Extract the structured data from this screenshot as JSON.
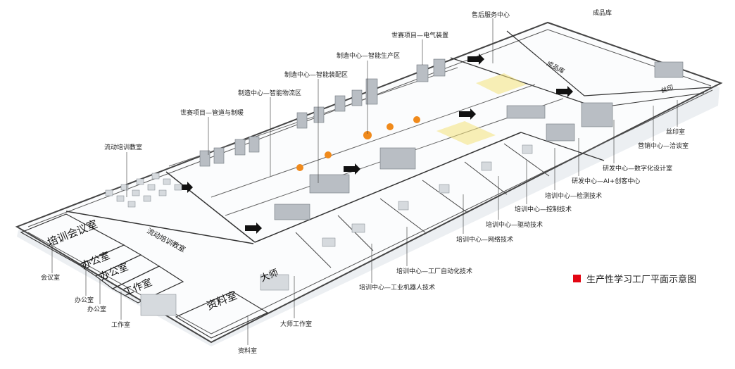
{
  "title": "生产性学习工厂平面示意图",
  "colors": {
    "legend_marker": "#e30613",
    "outline": "#333333",
    "robot": "#f08a1c",
    "highlight": "#f4e27a"
  },
  "labels": {
    "after_sales": "售后服务中心",
    "product_store": "成品库",
    "competition_electric": "世赛项目—电气装置",
    "smart_production": "制造中心—智能生产区",
    "smart_assembly": "制造中心—智能装配区",
    "smart_logistics": "制造中心—智能物流区",
    "competition_pipe": "世赛项目—管道与制暖",
    "mobile_classroom": "流动培训教室",
    "silk_print": "丝印室",
    "sales_meeting": "营销中心—洽谈室",
    "rnd_digital": "研发中心—数字化设计室",
    "rnd_ai": "研发中心—AI+创客中心",
    "train_inspection": "培训中心—检测技术",
    "train_control": "培训中心—控制技术",
    "train_drive": "培训中心—驱动技术",
    "train_network": "培训中心—网络技术",
    "train_factory_auto": "培训中心—工厂自动化技术",
    "train_robot": "培训中心—工业机器人技术",
    "meeting_room": "会议室",
    "office_1": "办公室",
    "office_2": "办公室",
    "workroom": "工作室",
    "master_studio": "大师工作室",
    "archive": "资料室"
  },
  "floor_text": {
    "training_meeting": "培训会议室",
    "office_a": "办公室",
    "office_b": "办公室",
    "workroom": "工作室",
    "archive": "资料室",
    "master": "大师",
    "mobile_classroom": "流动培训教室",
    "product_store": "成品库",
    "silk": "丝印"
  }
}
